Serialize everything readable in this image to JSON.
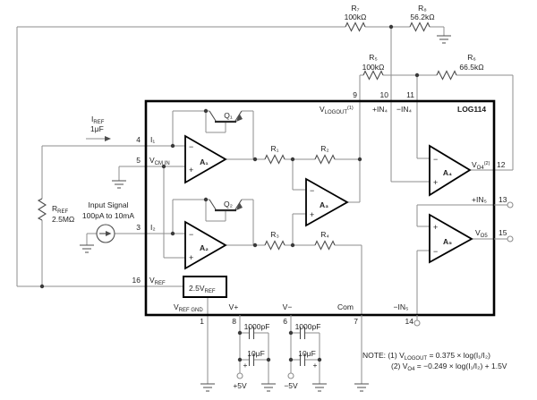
{
  "part_number": "LOG114",
  "resistors": {
    "r7": {
      "name": "R₇",
      "value": "100kΩ"
    },
    "r8": {
      "name": "R₈",
      "value": "56.2kΩ"
    },
    "r5": {
      "name": "R₅",
      "value": "100kΩ"
    },
    "r6": {
      "name": "R₆",
      "value": "66.5kΩ"
    },
    "r1": {
      "name": "R₁"
    },
    "r2": {
      "name": "R₂"
    },
    "r3": {
      "name": "R₃"
    },
    "r4": {
      "name": "R₄"
    },
    "rref": {
      "name": "R",
      "sub": "REF",
      "value": "2.5MΩ"
    }
  },
  "iref": {
    "name": "I",
    "sub": "REF",
    "value": "1μF"
  },
  "input_source": {
    "line1": "Input Signal",
    "line2": "100pA to 10mA"
  },
  "amplifiers": {
    "a1": "A₁",
    "a2": "A₂",
    "a3": "A₃",
    "a4": "A₄",
    "a5": "A₅"
  },
  "transistors": {
    "q1": "Q₁",
    "q2": "Q₂"
  },
  "signs": {
    "plus": "+",
    "minus": "−"
  },
  "capacitors": {
    "bypass_small": "1000pF",
    "bypass_large": "10μF",
    "polarity_mark": "+"
  },
  "supplies": {
    "positive": "+5V",
    "negative": "−5V"
  },
  "vref_box": {
    "main": "2.5V",
    "sub": "REF"
  },
  "pins": {
    "p1": {
      "num": "1",
      "label_main": "V",
      "label_sub": "REF GND"
    },
    "p3": {
      "num": "3",
      "label": "I₂"
    },
    "p4": {
      "num": "4",
      "label": "I₁"
    },
    "p5": {
      "num": "5",
      "label_main": "V",
      "label_sub": "CM IN"
    },
    "p6": {
      "num": "6",
      "label": "V−"
    },
    "p7": {
      "num": "7",
      "label": "Com"
    },
    "p8": {
      "num": "8",
      "label": "V+"
    },
    "p9": {
      "num": "9",
      "label_main": "V",
      "label_sub": "LOGOUT",
      "label_sup": "(1)"
    },
    "p10": {
      "num": "10",
      "label": "+IN₄"
    },
    "p11": {
      "num": "11",
      "label": "−IN₄"
    },
    "p12": {
      "num": "12",
      "label_main": "V",
      "label_sub": "O4",
      "label_sup": "(2)"
    },
    "p13": {
      "num": "13",
      "label": "+IN₅"
    },
    "p14": {
      "num": "14",
      "label": "−IN₅"
    },
    "p15": {
      "num": "15",
      "label_main": "V",
      "label_sub": "O5"
    },
    "p16": {
      "num": "16",
      "label_main": "V",
      "label_sub": "REF"
    }
  },
  "note": {
    "l1a": "NOTE: (1) V",
    "l1b": "LOGOUT",
    "l1c": " = 0.375 × log(I₁/I₂)",
    "l2a": "(2) V",
    "l2b": "O4",
    "l2c": " = −0.249 × log(I₁/I₂) + 1.5V"
  },
  "colors": {
    "wire": "#8e8e8e",
    "outline": "#000000",
    "text": "#1d1d1d"
  }
}
